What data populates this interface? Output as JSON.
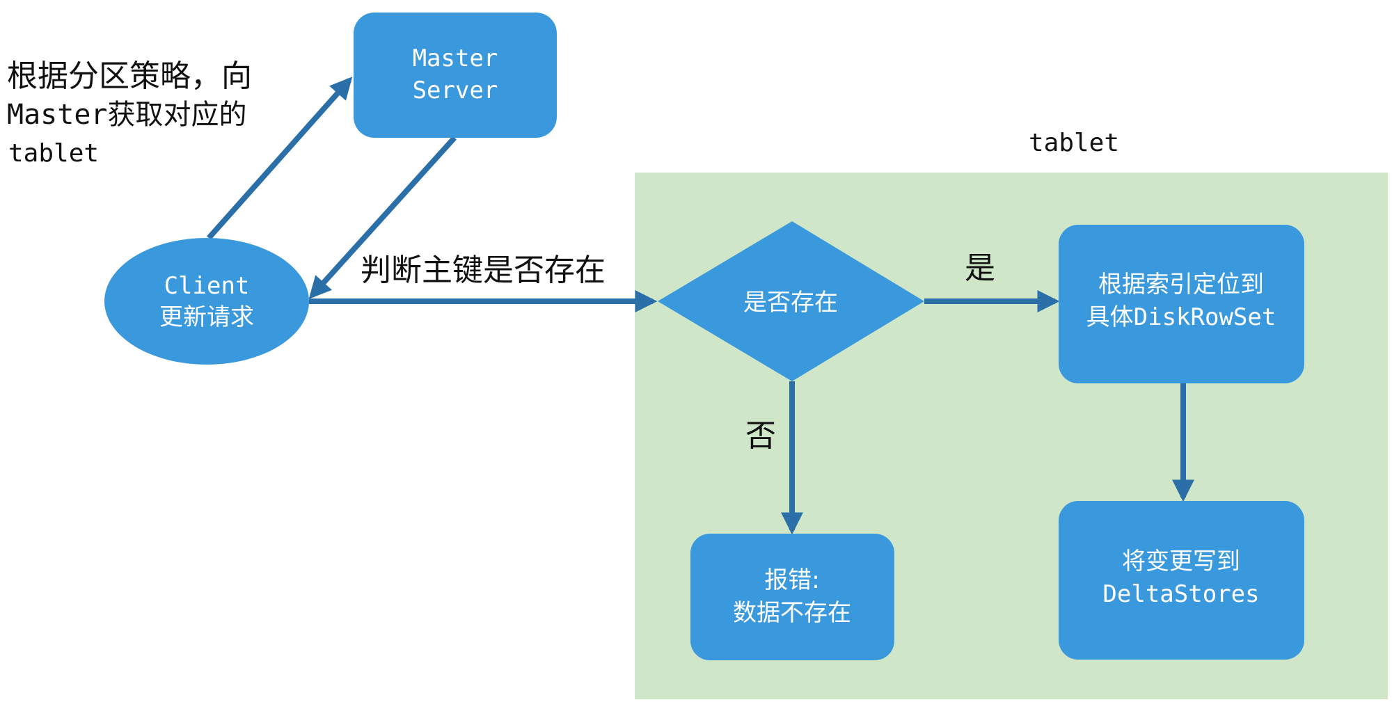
{
  "colors": {
    "node_fill": "#3a99dc",
    "region_fill": "#cfe6c8",
    "arrow": "#2a6fa8",
    "text_dark": "#111111",
    "text_light": "#ffffff"
  },
  "nodes": {
    "master_server": {
      "line1": "Master",
      "line2": "Server"
    },
    "client": {
      "line1": "Client",
      "line2": "更新请求"
    },
    "decision": {
      "text": "是否存在"
    },
    "locate": {
      "line1": "根据索引定位到",
      "line2": "具体DiskRowSet"
    },
    "write": {
      "line1": "将变更写到",
      "line2": "DeltaStores"
    },
    "error": {
      "line1": "报错:",
      "line2": "数据不存在"
    }
  },
  "labels": {
    "partition_note": {
      "line1": "根据分区策略，向",
      "line2": "Master获取对应的",
      "line3": "tablet"
    },
    "check_key": "判断主键是否存在",
    "tablet_region": "tablet",
    "yes": "是",
    "no": "否"
  }
}
